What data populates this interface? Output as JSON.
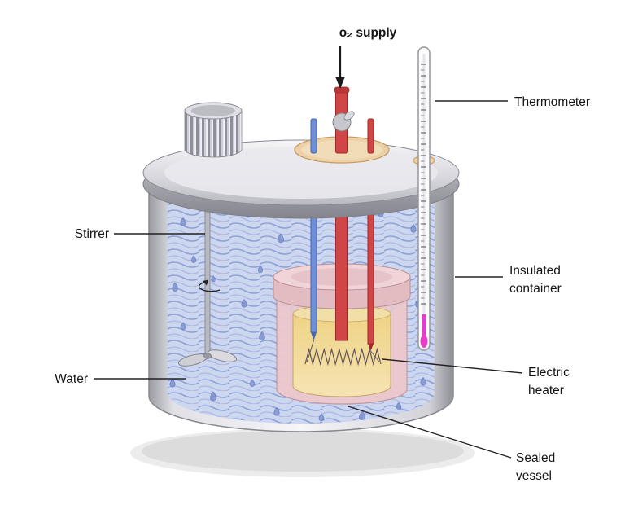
{
  "figure": {
    "labels": {
      "o2_supply": "o₂ supply",
      "thermometer": "Thermometer",
      "stirrer": "Stirrer",
      "insulated_container": [
        "Insulated",
        "container"
      ],
      "water": "Water",
      "electric_heater": [
        "Electric",
        "heater"
      ],
      "sealed_vessel": [
        "Sealed",
        "vessel"
      ]
    },
    "colors": {
      "water_base": "#ccd6ef",
      "water_wave": "#8ea2d8",
      "metal_light": "#e8e8ee",
      "metal_dark": "#9b9ba3",
      "vessel_pink": "#ecccd1",
      "vessel_lid_pink": "#f0d4d8",
      "liquid_yellow": "#f0da74",
      "oxygen_tube": "#d04545",
      "electrode_blue": "#6f8fd8",
      "thermometer_fluid": "#e83cc8",
      "port_tan": "#ecd0a8"
    }
  }
}
